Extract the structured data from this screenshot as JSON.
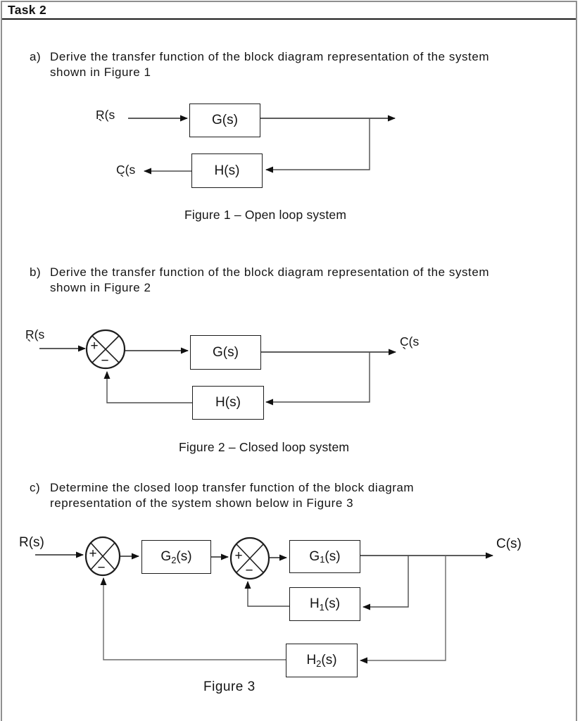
{
  "page": {
    "title": "Task 2"
  },
  "tasks": {
    "a": {
      "marker": "a)",
      "line1": "Derive the transfer function of the block diagram representation of the system",
      "line2": "shown in Figure 1"
    },
    "b": {
      "marker": "b)",
      "line1": "Derive the transfer function of the block diagram representation of the system",
      "line2": "shown in Figure 2"
    },
    "c": {
      "marker": "c)",
      "line1": "Determine the closed loop transfer function of the block diagram",
      "line2": "representation of the system shown below in Figure 3"
    }
  },
  "figure1": {
    "input_label": "R(s",
    "input_tick": "`",
    "output_label": "C(s",
    "output_tick": "`",
    "blocks": {
      "g": "G(s)",
      "h": "H(s)"
    },
    "caption": "Figure 1 – Open loop system"
  },
  "figure2": {
    "input_label": "R(s",
    "input_tick": "`",
    "output_label": "C(s",
    "output_tick": "`",
    "sum": {
      "plus": "+",
      "minus": "−"
    },
    "blocks": {
      "g": "G(s)",
      "h": "H(s)"
    },
    "caption": "Figure 2 – Closed loop system"
  },
  "figure3": {
    "input_label": "R(s)",
    "output_label": "C(s)",
    "sum1": {
      "plus": "+",
      "minus": "−"
    },
    "sum2": {
      "plus": "+",
      "minus": "−"
    },
    "blocks": {
      "g2": {
        "base": "G",
        "sub": "2",
        "arg": "(s)"
      },
      "g1": {
        "base": "G",
        "sub": "1",
        "arg": "(s)"
      },
      "h1": {
        "base": "H",
        "sub": "1",
        "arg": "(s)"
      },
      "h2": {
        "base": "H",
        "sub": "2",
        "arg": "(s)"
      }
    },
    "caption": "Figure 3"
  }
}
